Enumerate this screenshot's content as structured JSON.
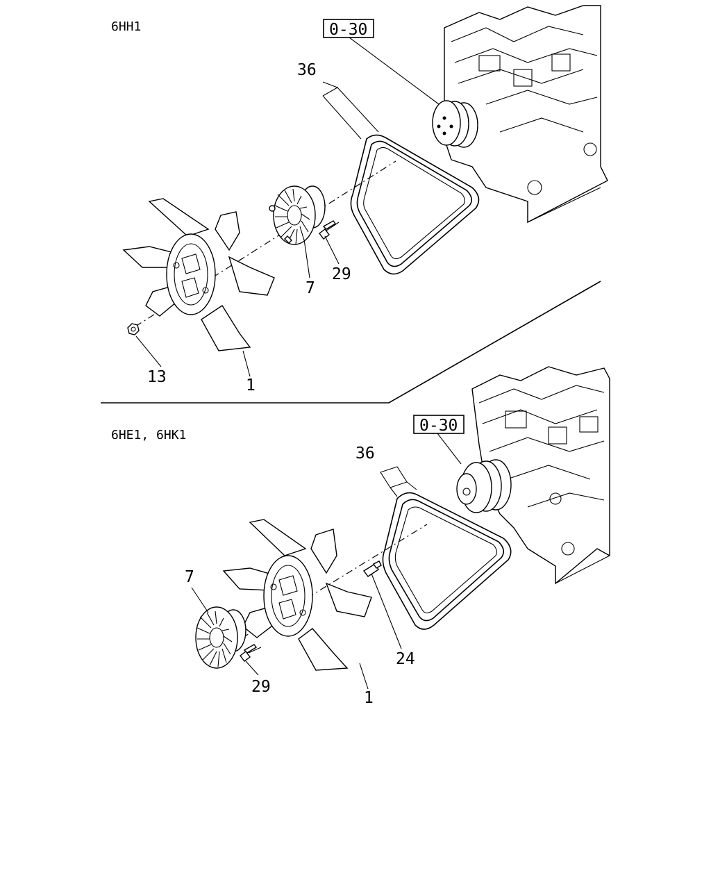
{
  "sections": [
    {
      "title": "6HH1",
      "ref_box": "0-30",
      "callouts": {
        "belt": "36",
        "clutch": "7",
        "bolt": "29",
        "fan": "1",
        "nut": "13"
      }
    },
    {
      "title": "6HE1, 6HK1",
      "ref_box": "0-30",
      "callouts": {
        "belt": "36",
        "clutch": "7",
        "bolt": "29",
        "fan": "1",
        "stud": "24"
      }
    }
  ]
}
